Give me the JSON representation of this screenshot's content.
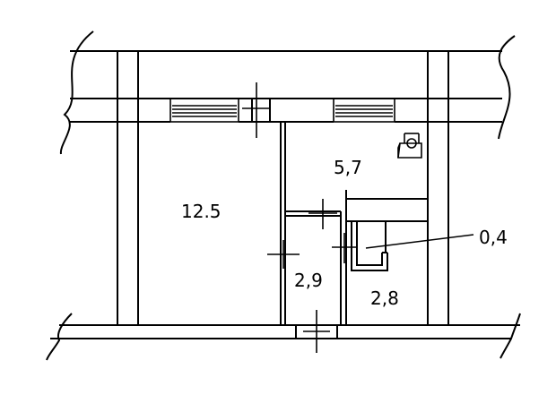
{
  "colors": {
    "line": "#000000",
    "background": "#ffffff"
  },
  "rooms": [
    {
      "id": "room-main",
      "label": "12.5"
    },
    {
      "id": "kitchen",
      "label": "5,7"
    },
    {
      "id": "hallway",
      "label": "2,9"
    },
    {
      "id": "bathroom",
      "label": "2,8"
    },
    {
      "id": "closet",
      "label": "0,4"
    }
  ],
  "icons": {
    "stove": "gas-stove-icon"
  }
}
